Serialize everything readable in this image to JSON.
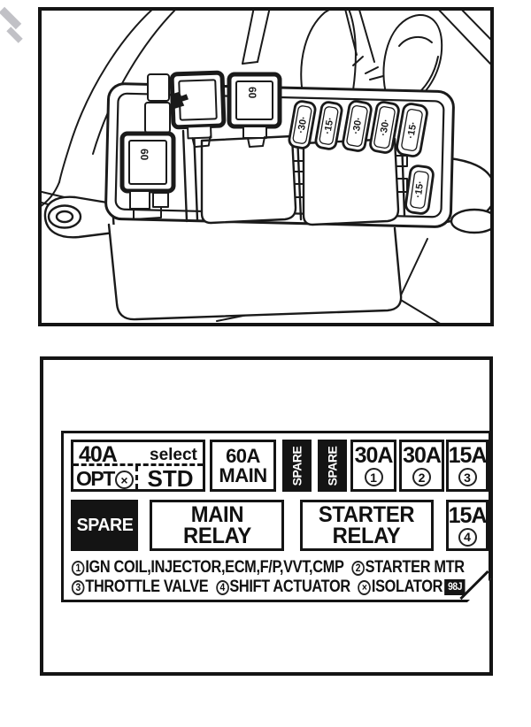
{
  "illustration": {
    "relay_marks": [
      "60",
      "60"
    ],
    "fuse_marks": [
      "·30·",
      "·15·",
      "·30·",
      "·30·",
      "·15·",
      "·15·"
    ]
  },
  "label": {
    "row1": {
      "select_box": {
        "amp": "40A",
        "select": "select",
        "opt": "OPT",
        "sym": "×",
        "std": "STD"
      },
      "main_fuse": {
        "line1": "60A",
        "line2": "MAIN"
      },
      "spare_v1": "SPARE",
      "spare_v2": "SPARE",
      "fuse1": {
        "amp": "30A",
        "num": "1"
      },
      "fuse2": {
        "amp": "30A",
        "num": "2"
      },
      "fuse3": {
        "amp": "15A",
        "num": "3"
      }
    },
    "row2": {
      "spare": "SPARE",
      "main_relay": {
        "line1": "MAIN",
        "line2": "RELAY"
      },
      "starter_relay": {
        "line1": "STARTER",
        "line2": "RELAY"
      },
      "fuse4": {
        "amp": "15A",
        "num": "4"
      }
    },
    "legend": {
      "item1": {
        "num": "1",
        "text": "IGN COIL,INJECTOR,ECM,F/P,VVT,CMP"
      },
      "item2": {
        "num": "2",
        "text": "STARTER MTR"
      },
      "item3": {
        "num": "3",
        "text": "THROTTLE VALVE"
      },
      "item4": {
        "num": "4",
        "text": "SHIFT ACTUATOR"
      },
      "item5": {
        "sym": "×",
        "text": "ISOLATOR"
      },
      "code": "98J"
    }
  }
}
